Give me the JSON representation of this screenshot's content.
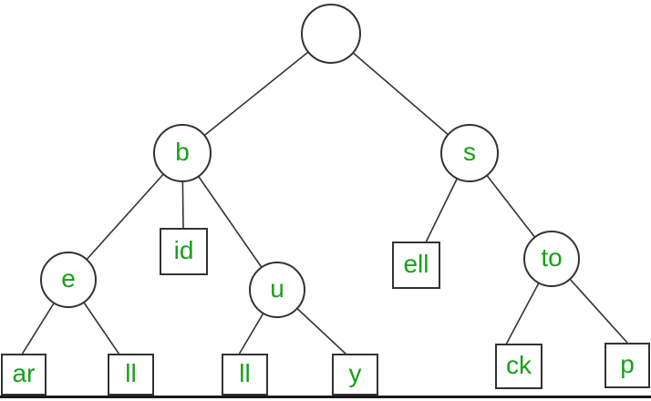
{
  "diagram": {
    "type": "tree",
    "colors": {
      "node_label": "#18a018",
      "shape_stroke": "#333333",
      "edge_stroke": "#333333",
      "background": "#ffffff"
    },
    "nodes": {
      "root": {
        "label": "",
        "shape": "circle"
      },
      "b": {
        "label": "b",
        "shape": "circle"
      },
      "s": {
        "label": "s",
        "shape": "circle"
      },
      "e": {
        "label": "e",
        "shape": "circle"
      },
      "id": {
        "label": "id",
        "shape": "square"
      },
      "u": {
        "label": "u",
        "shape": "circle"
      },
      "ell": {
        "label": "ell",
        "shape": "square"
      },
      "to": {
        "label": "to",
        "shape": "circle"
      },
      "ar": {
        "label": "ar",
        "shape": "square"
      },
      "ll_left": {
        "label": "ll",
        "shape": "square"
      },
      "ll_mid": {
        "label": "ll",
        "shape": "square"
      },
      "y": {
        "label": "y",
        "shape": "square"
      },
      "ck": {
        "label": "ck",
        "shape": "square"
      },
      "p": {
        "label": "p",
        "shape": "square"
      }
    },
    "edges": [
      [
        "root",
        "b"
      ],
      [
        "root",
        "s"
      ],
      [
        "b",
        "e"
      ],
      [
        "b",
        "id"
      ],
      [
        "b",
        "u"
      ],
      [
        "s",
        "ell"
      ],
      [
        "s",
        "to"
      ],
      [
        "e",
        "ar"
      ],
      [
        "e",
        "ll_left"
      ],
      [
        "u",
        "ll_mid"
      ],
      [
        "u",
        "y"
      ],
      [
        "to",
        "ck"
      ],
      [
        "to",
        "p"
      ]
    ]
  }
}
